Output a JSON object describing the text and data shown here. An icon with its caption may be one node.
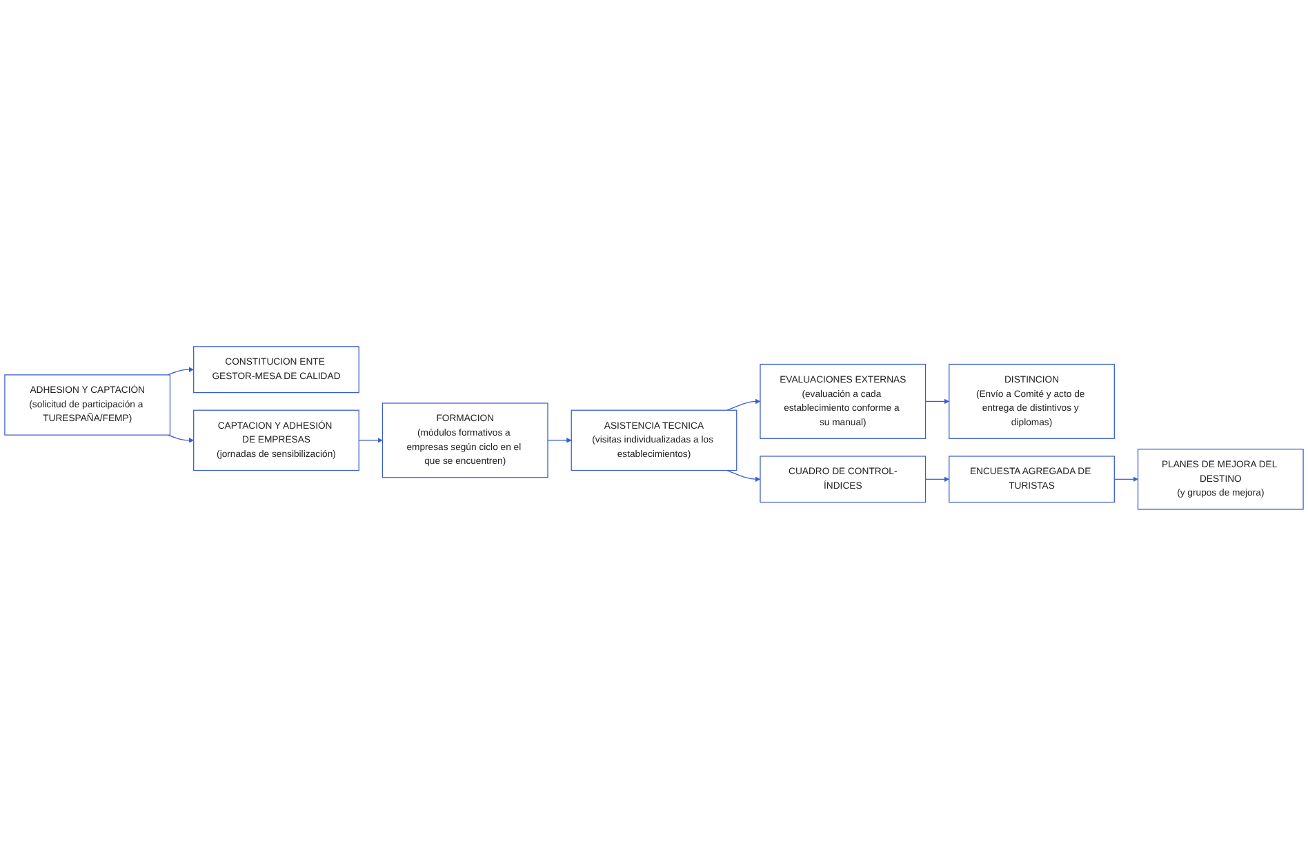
{
  "diagram": {
    "nodes": [
      {
        "text": [
          "CONSTITUCION ENTE GESTOR-MESA DE CALIDAD"
        ]
      },
      {
        "text": [
          "ADHESION Y CAPTACIÓN",
          "(solicitud de participación a TURESPAÑA/FEMP)"
        ]
      },
      {
        "text": [
          "CAPTACION Y ADHESIÓN DE EMPRESAS",
          "(jornadas de sensibilización)"
        ]
      },
      {
        "text": [
          "FORMACION",
          "(módulos formativos a empresas según ciclo en el que se encuentren)"
        ]
      },
      {
        "text": [
          "DISTINCION",
          "(Envío a Comité y acto de entrega de distintivos y diplomas)"
        ]
      },
      {
        "text": [
          "EVALUACIONES EXTERNAS",
          "(evaluación a cada establecimiento conforme a su manual)"
        ]
      },
      {
        "text": [
          "ASISTENCIA TECNICA",
          "(visitas individualizadas a los establecimientos)"
        ]
      },
      {
        "text": [
          "PLANES DE MEJORA DEL DESTINO",
          "(y grupos de mejora)"
        ]
      },
      {
        "text": [
          "ENCUESTA AGREGADA DE TURISTAS"
        ]
      },
      {
        "text": [
          "CUADRO DE CONTROL-ÍNDICES"
        ]
      }
    ],
    "edges": [
      {
        "from": 1,
        "to": 0,
        "arrow": "to"
      },
      {
        "from": 1,
        "to": 2,
        "arrow": "to"
      },
      {
        "from": 2,
        "to": 3,
        "arrow": "to"
      },
      {
        "from": 3,
        "to": 6,
        "arrow": "to"
      },
      {
        "from": 6,
        "to": 5,
        "arrow": "to"
      },
      {
        "from": 5,
        "to": 4,
        "arrow": "to"
      },
      {
        "from": 6,
        "to": 9,
        "arrow": "to"
      },
      {
        "from": 9,
        "to": 8,
        "arrow": "to"
      },
      {
        "from": 8,
        "to": 7,
        "arrow": "to"
      }
    ]
  }
}
